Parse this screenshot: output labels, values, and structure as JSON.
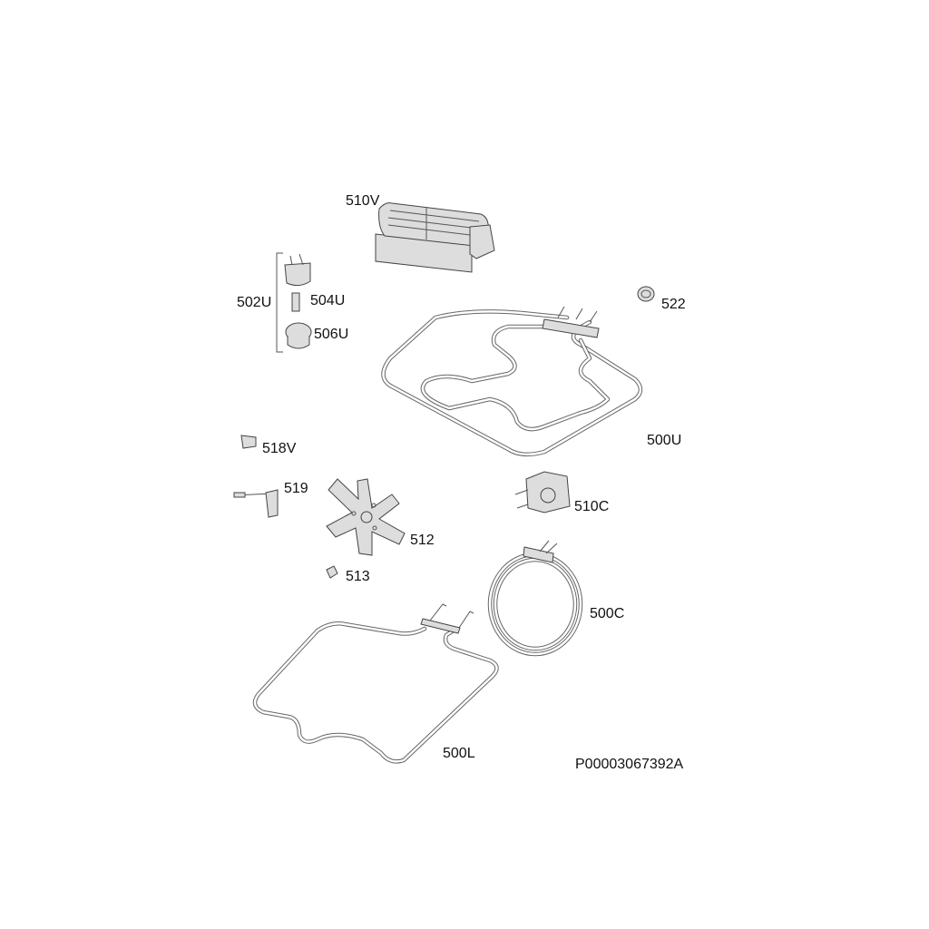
{
  "diagram": {
    "drawing_code": "P00003067392A",
    "parts": [
      {
        "id": "510V"
      },
      {
        "id": "502U"
      },
      {
        "id": "504U"
      },
      {
        "id": "506U"
      },
      {
        "id": "522"
      },
      {
        "id": "500U"
      },
      {
        "id": "518V"
      },
      {
        "id": "519"
      },
      {
        "id": "512"
      },
      {
        "id": "510C"
      },
      {
        "id": "513"
      },
      {
        "id": "500C"
      },
      {
        "id": "500L"
      }
    ]
  }
}
